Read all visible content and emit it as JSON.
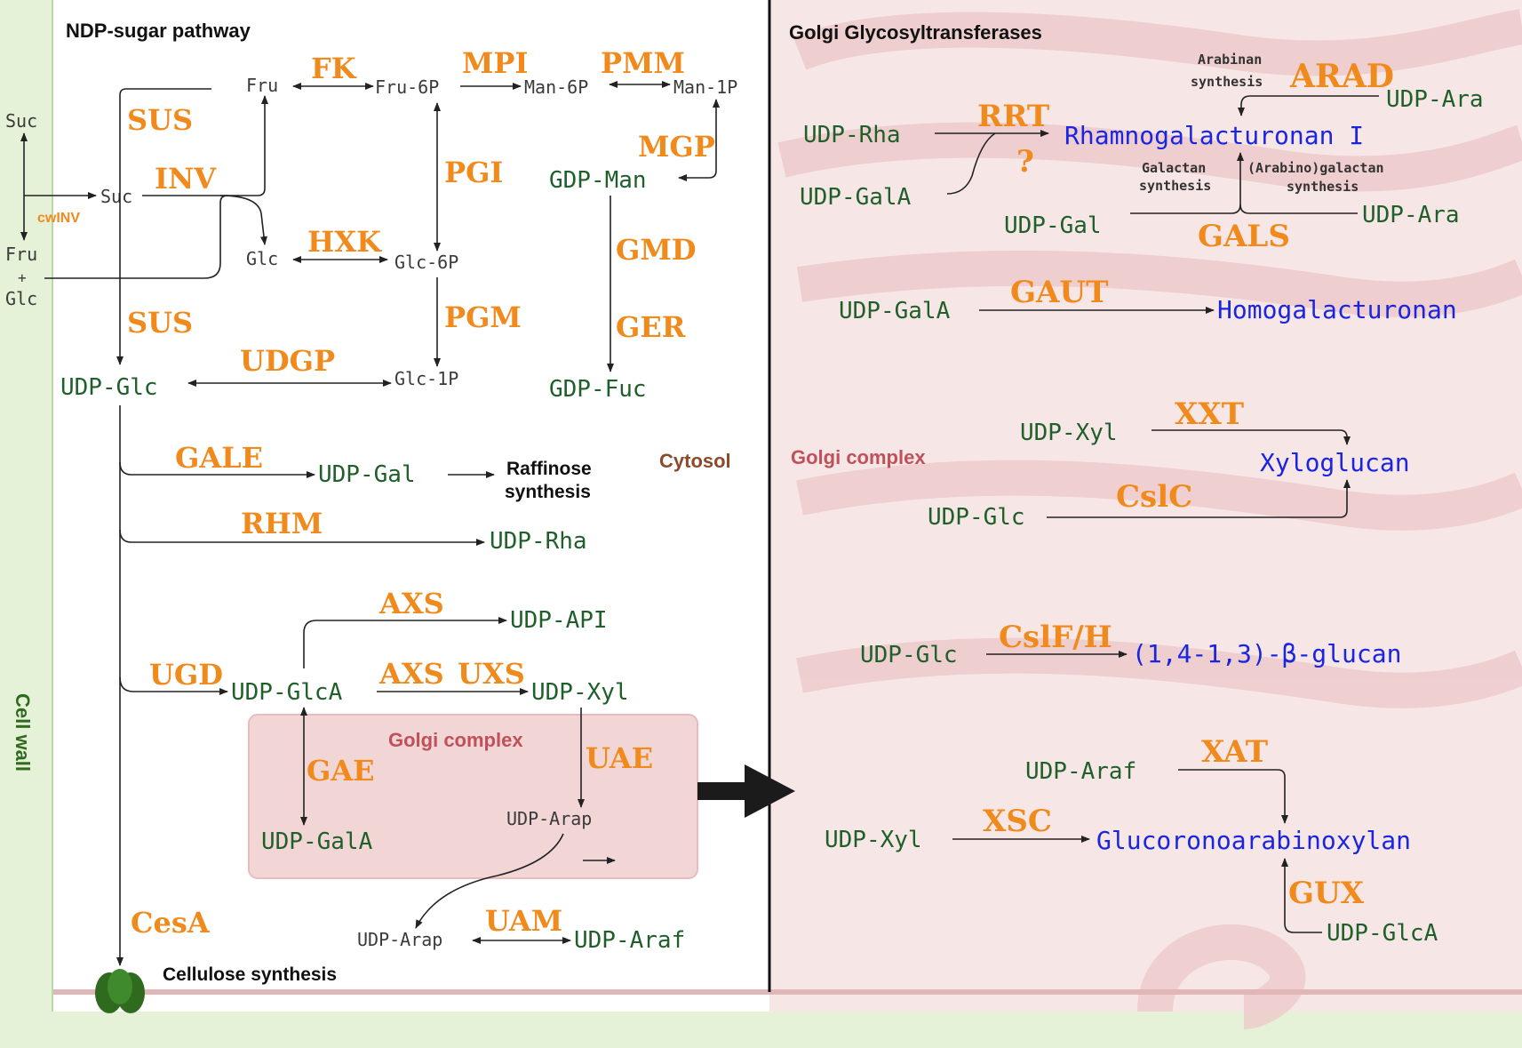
{
  "panels": {
    "left_title": "NDP-sugar pathway",
    "right_title": "Golgi Glycosyltransferases",
    "cytosol": "Cytosol",
    "golgi_left": "Golgi complex",
    "golgi_right": "Golgi complex",
    "cell_wall": "Cell wall"
  },
  "outside": {
    "suc": "Suc",
    "fru": "Fru",
    "plus": "+",
    "glc": "Glc",
    "cwinv": "cwINV"
  },
  "left": {
    "fru": "Fru",
    "fru6p": "Fru-6P",
    "man6p": "Man-6P",
    "man1p": "Man-1P",
    "suc": "Suc",
    "glc": "Glc",
    "glc6p": "Glc-6P",
    "glc1p": "Glc-1P",
    "gdp_man": "GDP-Man",
    "gdp_fuc": "GDP-Fuc",
    "udp_glc": "UDP-Glc",
    "udp_gal": "UDP-Gal",
    "raffinose1": "Raffinose",
    "raffinose2": "synthesis",
    "udp_rha": "UDP-Rha",
    "udp_api": "UDP-API",
    "udp_glca": "UDP-GlcA",
    "udp_xyl": "UDP-Xyl",
    "udp_gala": "UDP-GalA",
    "udp_arap_in": "UDP-Arap",
    "udp_arap_out": "UDP-Arap",
    "udp_araf": "UDP-Araf",
    "cellulose": "Cellulose synthesis"
  },
  "enzymes_left": {
    "fk": "FK",
    "mpi": "MPI",
    "pmm": "PMM",
    "sus1": "SUS",
    "inv": "INV",
    "pgi": "PGI",
    "mgp": "MGP",
    "hxk": "HXK",
    "gmd": "GMD",
    "sus2": "SUS",
    "pgm": "PGM",
    "ger": "GER",
    "udgp": "UDGP",
    "gale": "GALE",
    "rhm": "RHM",
    "axs1": "AXS",
    "ugd": "UGD",
    "axs2": "AXS",
    "uxs": "UXS",
    "uae": "UAE",
    "gae": "GAE",
    "uam": "UAM",
    "cesa": "CesA"
  },
  "right": {
    "arabinan1": "Arabinan",
    "arabinan2": "synthesis",
    "arad": "ARAD",
    "udp_ara1": "UDP-Ara",
    "udp_rha": "UDP-Rha",
    "rrt": "RRT",
    "q": "?",
    "rg1": "Rhamnogalacturonan I",
    "udp_gala1": "UDP-GalA",
    "galactan1": "Galactan",
    "galactan2": "synthesis",
    "arabinogal1": "(Arabino)galactan",
    "arabinogal2": "synthesis",
    "udp_gal": "UDP-Gal",
    "udp_ara2": "UDP-Ara",
    "gals": "GALS",
    "udp_gala2": "UDP-GalA",
    "gaut": "GAUT",
    "hg": "Homogalacturonan",
    "udp_xyl1": "UDP-Xyl",
    "xxt": "XXT",
    "xyloglucan": "Xyloglucan",
    "udp_glc1": "UDP-Glc",
    "cslc": "CslC",
    "udp_glc2": "UDP-Glc",
    "cslfh": "CslF/H",
    "glucan": "(1,4-1,3)-β-glucan",
    "udp_araf": "UDP-Araf",
    "xat": "XAT",
    "udp_xyl2": "UDP-Xyl",
    "xsc": "XSC",
    "gax": "Glucoronoarabinoxylan",
    "gux": "GUX",
    "udp_glca": "UDP-GlcA"
  },
  "colors": {
    "enzyme": "#f08a1c",
    "metabolite": "#1f5f2a",
    "polysaccharide": "#1a25e0",
    "golgi_label": "#c0505a",
    "cytosol_label": "#8b4a2a",
    "cell_wall_label": "#2e6b1e"
  }
}
